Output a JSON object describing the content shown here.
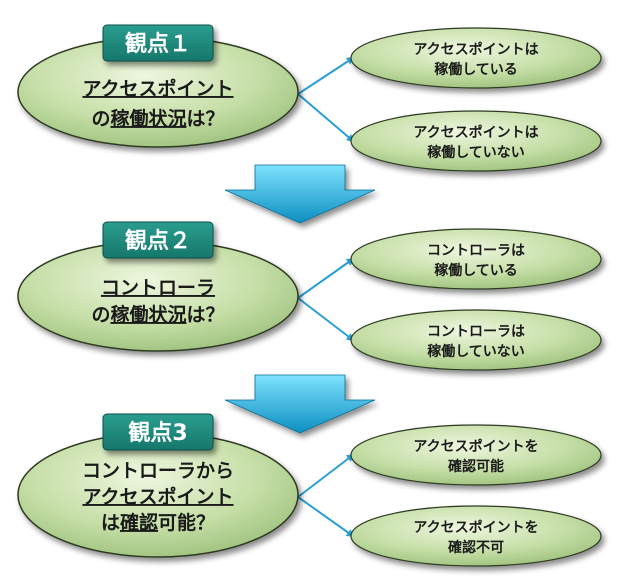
{
  "colors": {
    "ellipse_light": "#eef6df",
    "ellipse_mid": "#c5dea6",
    "ellipse_dark": "#94bb74",
    "ellipse_stroke": "#2f3a22",
    "tag_fill": "#1f8a7c",
    "tag_stroke": "#0e4f46",
    "arrow_light": "#7fe2ff",
    "arrow_dark": "#0d8fc1",
    "connector": "#2a9fd6"
  },
  "stages": [
    {
      "tag": "観点１",
      "question_lines": [
        {
          "parts": [
            {
              "text": "アクセスポイント",
              "underline": true
            }
          ]
        },
        {
          "parts": [
            {
              "text": "の",
              "underline": false
            },
            {
              "text": "稼働状況",
              "underline": true
            },
            {
              "text": "は？",
              "underline": false
            }
          ]
        }
      ],
      "outcomes": [
        {
          "lines": [
            "アクセスポイントは",
            "稼働している"
          ]
        },
        {
          "lines": [
            "アクセスポイントは",
            "稼働していない"
          ]
        }
      ]
    },
    {
      "tag": "観点２",
      "question_lines": [
        {
          "parts": [
            {
              "text": "コントローラ",
              "underline": true
            }
          ]
        },
        {
          "parts": [
            {
              "text": "の",
              "underline": false
            },
            {
              "text": "稼働状況",
              "underline": true
            },
            {
              "text": "は？",
              "underline": false
            }
          ]
        }
      ],
      "outcomes": [
        {
          "lines": [
            "コントローラは",
            "稼働している"
          ]
        },
        {
          "lines": [
            "コントローラは",
            "稼働していない"
          ]
        }
      ]
    },
    {
      "tag": "観点3",
      "question_lines": [
        {
          "parts": [
            {
              "text": "コントローラから",
              "underline": false
            }
          ]
        },
        {
          "parts": [
            {
              "text": "アクセスポイント",
              "underline": true
            }
          ]
        },
        {
          "parts": [
            {
              "text": "は",
              "underline": false
            },
            {
              "text": "確認",
              "underline": true
            },
            {
              "text": "可能？",
              "underline": false
            }
          ]
        }
      ],
      "outcomes": [
        {
          "lines": [
            "アクセスポイントを",
            "確認可能"
          ]
        },
        {
          "lines": [
            "アクセスポイントを",
            "確認不可"
          ]
        }
      ]
    }
  ]
}
